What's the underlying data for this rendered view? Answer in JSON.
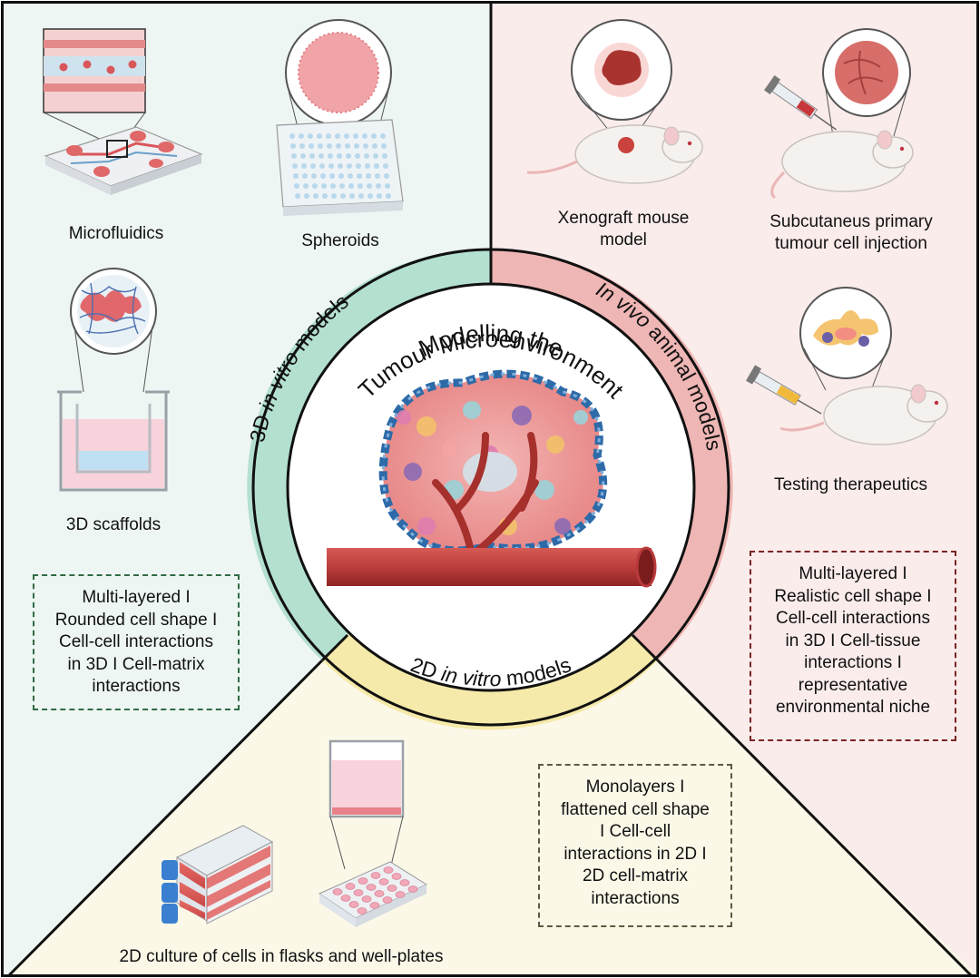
{
  "title_lines": [
    "Modelling the",
    "Tumour Microenvironment"
  ],
  "ring_labels": {
    "in_vitro_3d": "3D in vitro models",
    "in_vivo": "In vivo animal models",
    "in_vitro_2d": "2D in vitro models"
  },
  "items": {
    "microfluidics": "Microfluidics",
    "spheroids": "Spheroids",
    "scaffolds": "3D scaffolds",
    "xenograft": [
      "Xenograft mouse",
      "model"
    ],
    "subcutaneous": [
      "Subcutaneus primary",
      "tumour cell injection"
    ],
    "therapeutics": "Testing therapeutics",
    "culture_2d": "2D culture of cells in flasks and well-plates"
  },
  "feature_boxes": {
    "in_vitro_3d": [
      "Multi-layered I",
      "Rounded cell shape I",
      "Cell-cell interactions",
      "in 3D I Cell-matrix",
      "interactions"
    ],
    "in_vivo": [
      "Multi-layered I",
      "Realistic cell shape I",
      "Cell-cell interactions",
      "in 3D I Cell-tissue",
      "interactions I",
      "representative",
      "environmental niche"
    ],
    "in_vitro_2d": [
      "Monolayers I",
      "flattened cell shape",
      "I Cell-cell",
      "interactions in 2D I",
      "2D cell-matrix",
      "interactions"
    ]
  },
  "colors": {
    "region_3d": "#eef6f3",
    "region_vivo": "#faeceb",
    "region_2d": "#fbf8e8",
    "ring_3d": "#b4e0d0",
    "ring_vivo": "#eeb6b4",
    "ring_2d": "#f6eaaa",
    "vessel": "#b83a3a"
  }
}
